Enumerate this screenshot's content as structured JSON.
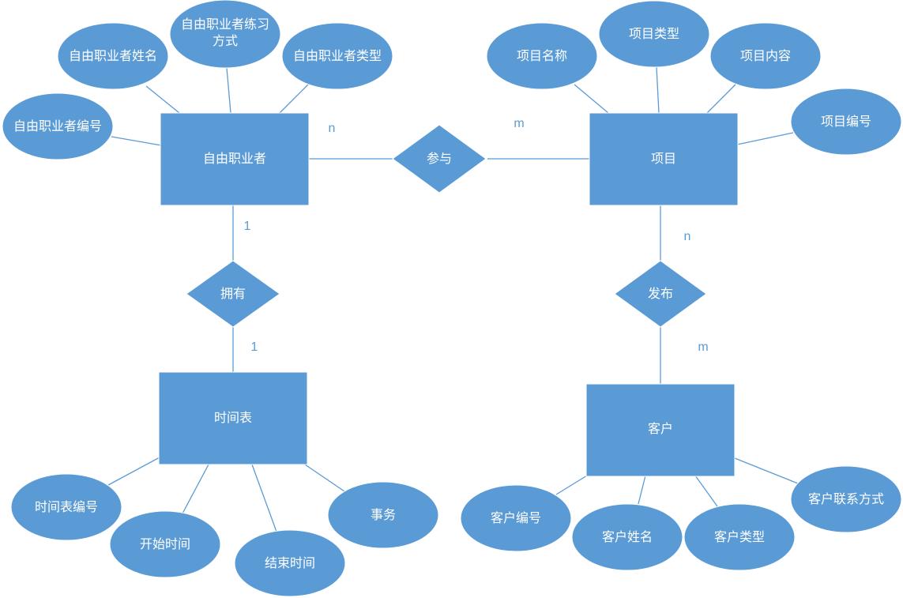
{
  "colors": {
    "shape_fill": "#5b9bd5",
    "line": "#5b9bd5",
    "text_on_shape": "#ffffff",
    "cardinality_text": "#5b9bd5"
  },
  "entities": {
    "freelancer": "自由职业者",
    "project": "项目",
    "timetable": "时间表",
    "client": "客户"
  },
  "relationships": {
    "participate": "参与",
    "own": "拥有",
    "publish": "发布"
  },
  "attributes": {
    "freelancer_name": "自由职业者姓名",
    "freelancer_practice_line1": "自由职业者练习",
    "freelancer_practice_line2": "方式",
    "freelancer_type": "自由职业者类型",
    "freelancer_id": "自由职业者编号",
    "project_name": "项目名称",
    "project_type": "项目类型",
    "project_content": "项目内容",
    "project_id": "项目编号",
    "timetable_id": "时间表编号",
    "start_time": "开始时间",
    "end_time": "结束时间",
    "affair": "事务",
    "client_id": "客户编号",
    "client_name": "客户姓名",
    "client_type": "客户类型",
    "client_contact": "客户联系方式"
  },
  "cardinalities": {
    "participate_freelancer": "n",
    "participate_project": "m",
    "own_freelancer": "1",
    "own_timetable": "1",
    "publish_project": "n",
    "publish_client": "m"
  }
}
